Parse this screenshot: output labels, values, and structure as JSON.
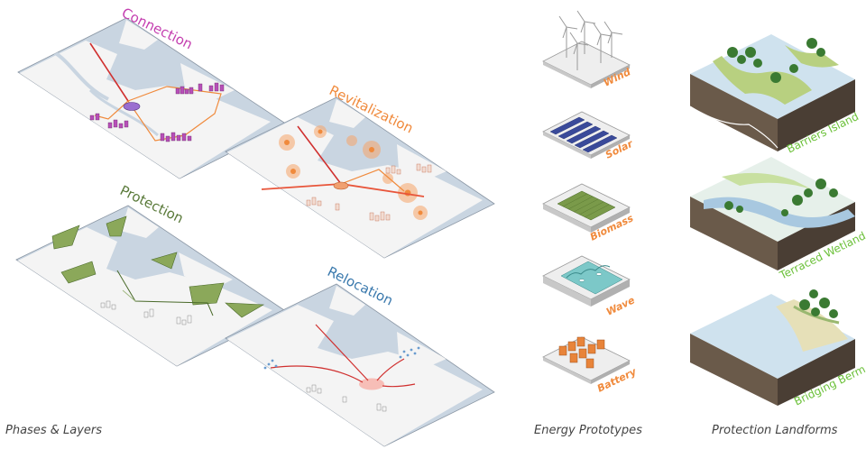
{
  "colors": {
    "connection": "#c43fb0",
    "revitalization": "#f08a3c",
    "protection": "#5a7a3a",
    "relocation": "#3a79ad",
    "energy_label": "#f08a3c",
    "landform_label": "#6cc13a",
    "water": "#c7d3df",
    "land": "#f4f4f4"
  },
  "phases": [
    {
      "title": "Connection",
      "icon": "route-network-map"
    },
    {
      "title": "Revitalization",
      "icon": "hotspot-map"
    },
    {
      "title": "Protection",
      "icon": "green-buffer-map"
    },
    {
      "title": "Relocation",
      "icon": "relocation-arrows-map"
    }
  ],
  "energy_prototypes": [
    {
      "label": "Wind",
      "icon": "wind-turbine-icon"
    },
    {
      "label": "Solar",
      "icon": "solar-panel-icon"
    },
    {
      "label": "Biomass",
      "icon": "biomass-field-icon"
    },
    {
      "label": "Wave",
      "icon": "wave-energy-icon"
    },
    {
      "label": "Battery",
      "icon": "battery-storage-icon"
    }
  ],
  "landforms": [
    {
      "label": "Barriers Island",
      "icon": "barrier-island-block"
    },
    {
      "label": "Terraced Wetland",
      "icon": "terraced-wetland-block"
    },
    {
      "label": "Bridging Berm",
      "icon": "bridging-berm-block"
    }
  ],
  "captions": {
    "phases": "Phases & Layers",
    "energy": "Energy Prototypes",
    "landforms": "Protection Landforms"
  }
}
